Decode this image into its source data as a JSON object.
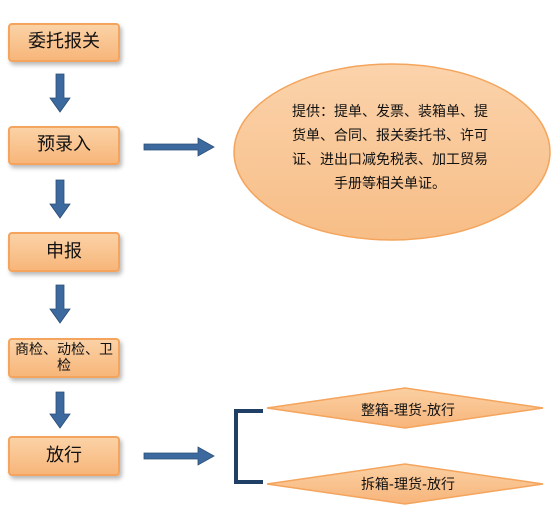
{
  "steps": [
    {
      "label": "委托报关"
    },
    {
      "label": "预录入"
    },
    {
      "label": "申报"
    },
    {
      "label": "商检、动检、卫检"
    },
    {
      "label": "放行"
    }
  ],
  "note": {
    "text": "提供：提单、发票、装箱单、提货单、合同、报关委托书、许可证、进出口减免税表、加工贸易手册等相关单证。"
  },
  "release_options": [
    {
      "label": "整箱-理货-放行"
    },
    {
      "label": "拆箱-理货-放行"
    }
  ],
  "colors": {
    "box_fill": "#f9c28e",
    "box_border": "#f4a45c",
    "arrow": "#3c6a9e",
    "bracket": "#1f3f66"
  }
}
